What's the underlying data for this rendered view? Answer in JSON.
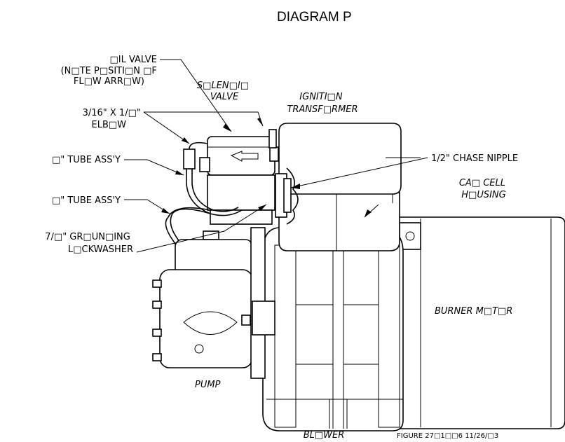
{
  "title": "DIAGRAM P",
  "labels": {
    "oil_valve": [
      "□IL VALVE",
      "(N□TE P□SITI□N □F",
      "FL□W ARR□W)"
    ],
    "solenoid_valve": [
      "S□LEN□I□",
      "VALVE"
    ],
    "elbow": [
      "3/16\" X 1/□\"",
      "ELB□W"
    ],
    "ignition_transformer": [
      "IGNITI□N",
      "TRANSF□RMER"
    ],
    "chase_nipple": "1/2\" CHASE NIPPLE",
    "tube_assy_1": "□\" TUBE ASS'Y",
    "tube_assy_2": "□\" TUBE ASS'Y",
    "cad_cell_housing": [
      "CA□ CELL",
      "H□USING"
    ],
    "grounding_lockwasher": [
      "7/□\" GR□UN□ING",
      "L□CKWASHER"
    ],
    "burner_motor": "BURNER M□T□R",
    "pump": "PUMP",
    "blower": "BL□WER",
    "figure_ref": "FIGURE 27□1□□6   11/26/□3"
  }
}
